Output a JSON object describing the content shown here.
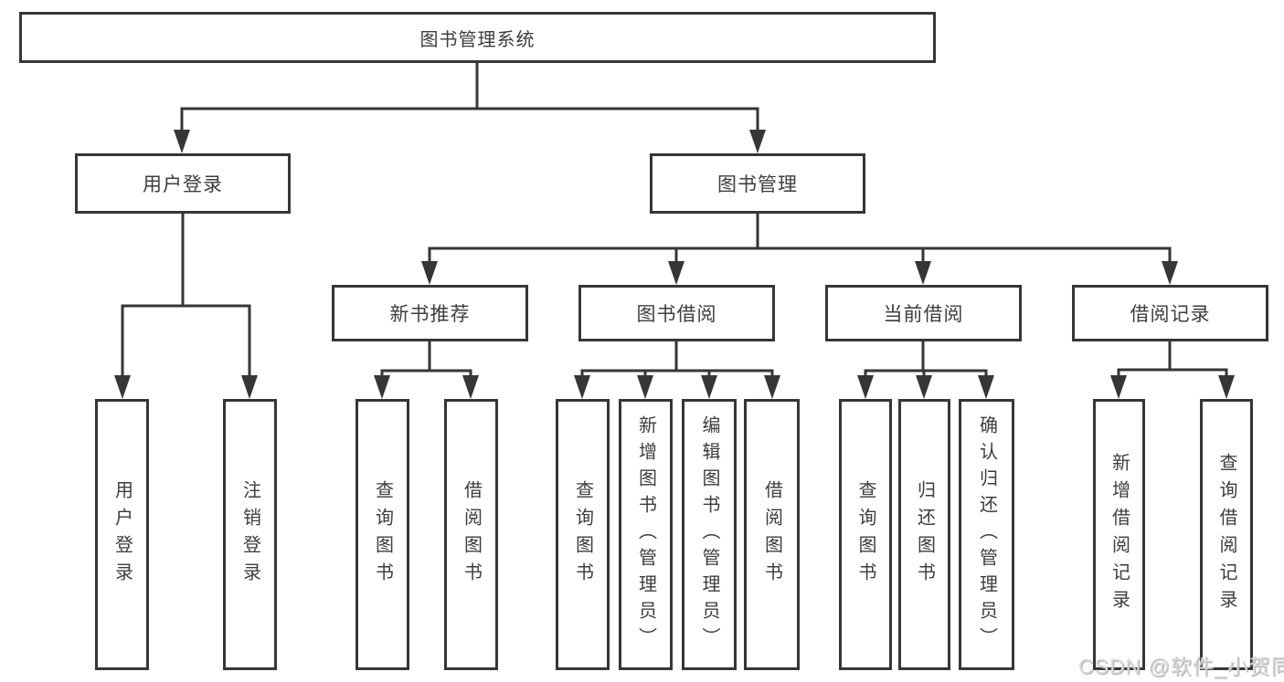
{
  "colors": {
    "line": "#363636",
    "text": "#3d3d3d",
    "background": "#ffffff",
    "watermark": "#d9d9d9"
  },
  "diagram": {
    "root": "图书管理系统",
    "level2": [
      "用户登录",
      "图书管理"
    ],
    "level3": [
      "新书推荐",
      "图书借阅",
      "当前借阅",
      "借阅记录"
    ],
    "leaves": {
      "login": [
        "用户登录",
        "注销登录"
      ],
      "recommend": [
        "查询图书",
        "借阅图书"
      ],
      "borrow": [
        "查询图书",
        "新增图书（管理员）",
        "编辑图书（管理员）",
        "借阅图书"
      ],
      "current": [
        "查询图书",
        "归还图书",
        "确认归还（管理员）"
      ],
      "records": [
        "新增借阅记录",
        "查询借阅记录"
      ]
    }
  },
  "watermark": "CSDN @软件_小贺同学"
}
